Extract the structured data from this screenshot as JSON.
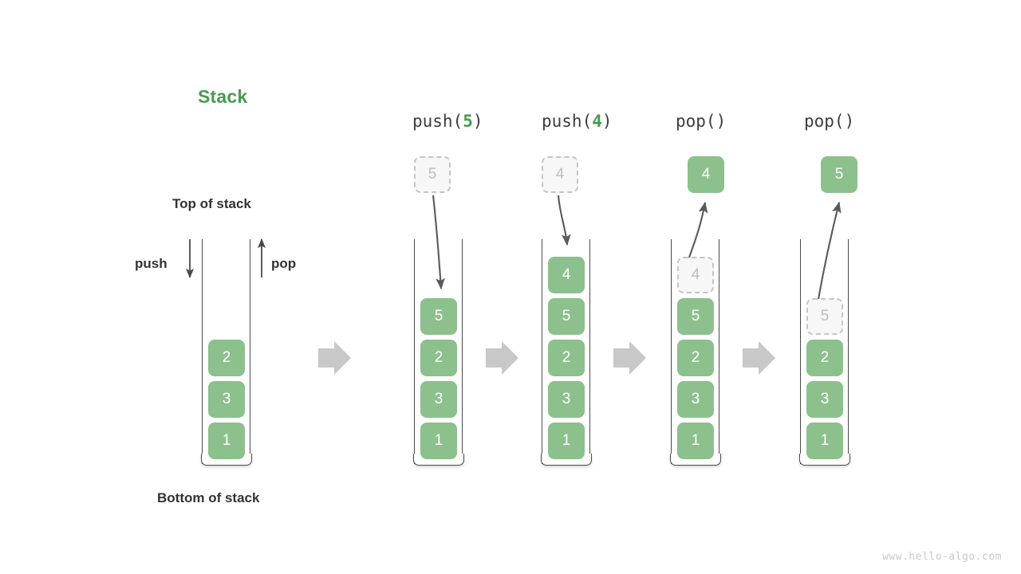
{
  "diagram": {
    "title": "Stack",
    "labels": {
      "top_of_stack": "Top of stack",
      "bottom_of_stack": "Bottom of stack",
      "push": "push",
      "pop": "pop"
    },
    "watermark": "www.hello-algo.com",
    "colors": {
      "element_green": "#8cc08c",
      "title_green": "#479b4e",
      "ghost_fill": "#f7f7f7",
      "ghost_border": "#c5c5c5",
      "container_stroke": "#4a4a4a",
      "transition_arrow": "#c8c8c8",
      "curve_arrow": "#5a5a5a",
      "text_dark": "#333333",
      "watermark_gray": "#c9c9c9"
    },
    "panels": [
      {
        "id": "initial",
        "operation": "",
        "operation_arg": "",
        "stack_bottom_to_top": [
          "1",
          "3",
          "2"
        ],
        "float_box": null,
        "ghost_index": null
      },
      {
        "id": "push-5",
        "operation": "push(",
        "operation_arg": "5",
        "operation_suffix": ")",
        "stack_bottom_to_top": [
          "1",
          "3",
          "2",
          "5"
        ],
        "float_box": {
          "value": "5",
          "style": "ghost"
        },
        "arrow_direction": "down",
        "ghost_index": null
      },
      {
        "id": "push-4",
        "operation": "push(",
        "operation_arg": "4",
        "operation_suffix": ")",
        "stack_bottom_to_top": [
          "1",
          "3",
          "2",
          "5",
          "4"
        ],
        "float_box": {
          "value": "4",
          "style": "ghost"
        },
        "arrow_direction": "down",
        "ghost_index": null
      },
      {
        "id": "pop-1",
        "operation": "pop()",
        "operation_arg": "",
        "stack_bottom_to_top": [
          "1",
          "3",
          "2",
          "5",
          "4"
        ],
        "float_box": {
          "value": "4",
          "style": "solid"
        },
        "arrow_direction": "up",
        "ghost_index": 4
      },
      {
        "id": "pop-2",
        "operation": "pop()",
        "operation_arg": "",
        "stack_bottom_to_top": [
          "1",
          "3",
          "2",
          "5"
        ],
        "float_box": {
          "value": "5",
          "style": "solid"
        },
        "arrow_direction": "up",
        "ghost_index": 3
      }
    ]
  }
}
